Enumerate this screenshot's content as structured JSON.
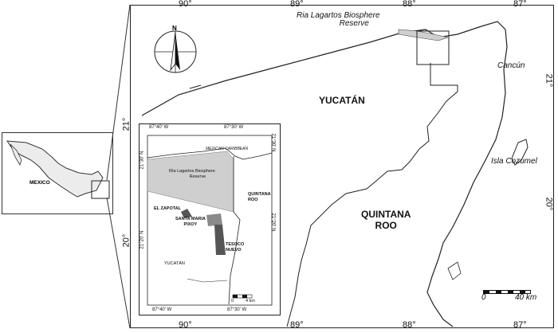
{
  "main_map": {
    "top_ticks": [
      "90°",
      "89°",
      "88°",
      "87°"
    ],
    "bottom_ticks": [
      "90°",
      "89°",
      "88°",
      "87°"
    ],
    "left_ticks": [
      "21°",
      "20°"
    ],
    "right_ticks": [
      "21°",
      "20°"
    ],
    "state_yucatan": "YUCATÁN",
    "state_quintana_1": "QUINTANA",
    "state_quintana_2": "ROO",
    "reserve_label_1": "Ria Lagartos Biosphere",
    "reserve_label_2": "Reserve",
    "cancun": "Cancún",
    "cozumel": "Isla Cozumel",
    "north_label": "N",
    "scale_left": "0",
    "scale_right": "40 km"
  },
  "overview": {
    "mexico_label": "MEXICO"
  },
  "inset": {
    "top_ticks": [
      "87°40' W",
      "87°30' W"
    ],
    "bottom_ticks": [
      "87°40' W",
      "87°30' W"
    ],
    "left_ticks": [
      "21°30' N",
      "21°20' N"
    ],
    "right_ticks": [
      "21°30' N",
      "21°20' N"
    ],
    "caribbean": "MEXICAN CARIBBEAN",
    "reserve_1": "Ría Lagartos Biosphere",
    "reserve_2": "Reserve",
    "quintana_1": "QUINTANA",
    "quintana_2": "ROO",
    "el_zapotal": "EL ZAPOTAL",
    "santa_maria_1": "SANTA MARIA",
    "santa_maria_2": "PIXOY",
    "tesoco_1": "TESOCO",
    "tesoco_2": "NUEVO",
    "yucatan": "YUCATÁN",
    "scale_left": "0",
    "scale_right": "4 km"
  },
  "colors": {
    "reserve_fill": "#cfcfcf",
    "plot_dark": "#555555",
    "plot_mid": "#8a8a8a"
  }
}
